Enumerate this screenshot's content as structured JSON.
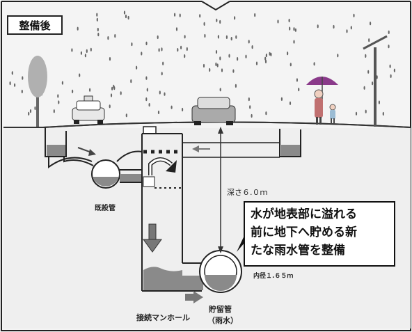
{
  "badge": "整備後",
  "labels": {
    "existing_pipe": "既設管",
    "depth": "深さ６.０ｍ",
    "inner_diameter": "内径１.６５ｍ",
    "manhole": "接続マンホール",
    "storage_pipe": "貯留管",
    "storage_pipe_sub": "（雨水）"
  },
  "callout": [
    "水が地表部に溢れる",
    "前に地下へ貯める新",
    "たな雨水管を整備"
  ],
  "colors": {
    "water": "#8a8a8a",
    "arrow": "#777777",
    "umbrella": "#8a3a8a",
    "person": "#c07070"
  }
}
